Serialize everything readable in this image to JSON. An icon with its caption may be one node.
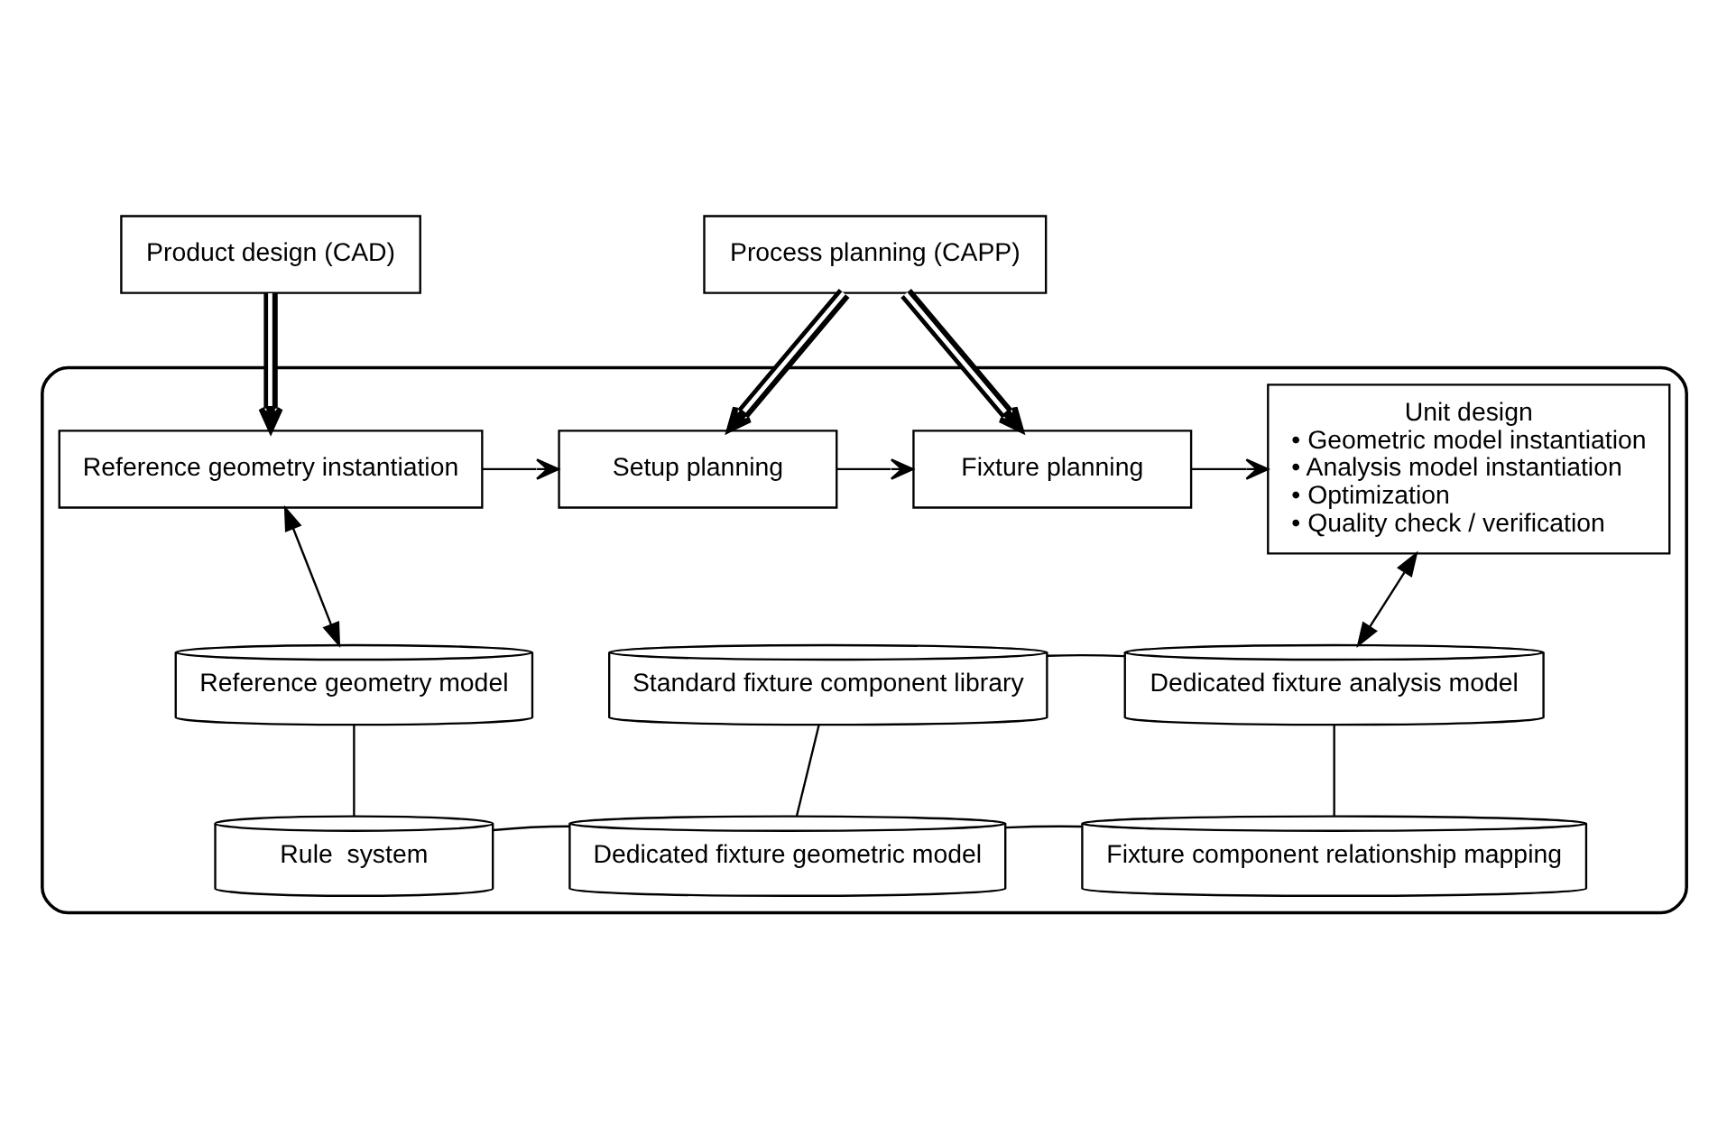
{
  "diagram": {
    "nodes": [
      {
        "text": [
          "Process planning (CAPP)"
        ]
      },
      {
        "text": [
          "Product design (CAD)"
        ]
      },
      {
        "text": [],
        "shape": "box"
      },
      {
        "text": [
          "Reference geometry instantiation"
        ],
        "in": 2
      },
      {
        "text": [
          "Setup planning"
        ],
        "in": 2
      },
      {
        "text": [
          "Fixture planning"
        ],
        "in": 2
      },
      {
        "text": [
          "Unit design",
          "• Geometric model instantiation",
          "• Analysis model instantiation",
          "• Optimization",
          "• Quality check / verification"
        ],
        "in": 2
      },
      {
        "text": [
          "Reference geometry model"
        ],
        "in": 2
      },
      {
        "text": [
          "Standard fixture component library"
        ],
        "in": 2
      },
      {
        "text": [
          "Dedicated fixture analysis model"
        ],
        "in": 2
      },
      {
        "text": [
          "Rule  system"
        ],
        "in": 2
      },
      {
        "text": [
          "Dedicated fixture geometric model"
        ],
        "in": 2
      },
      {
        "text": [
          "Fixture component relationship mapping"
        ],
        "in": 2
      }
    ],
    "edges": [
      {
        "from": 0,
        "to": 4,
        "arrow": "to",
        "style": "thick"
      },
      {
        "from": 0,
        "to": 5,
        "arrow": "to",
        "style": "thick"
      },
      {
        "from": 1,
        "to": 3,
        "arrow": "to",
        "style": "thick"
      },
      {
        "from": 3,
        "to": 4,
        "arrow": "to"
      },
      {
        "from": 4,
        "to": 5,
        "arrow": "to"
      },
      {
        "from": 5,
        "to": 6,
        "arrow": "to"
      },
      {
        "from": 3,
        "to": 7,
        "arrow": "both"
      },
      {
        "from": 6,
        "to": 9,
        "arrow": "both"
      },
      {
        "from": 8,
        "to": 9,
        "arrow": "none"
      },
      {
        "from": 7,
        "to": 10,
        "arrow": "none"
      },
      {
        "from": 8,
        "to": 11,
        "arrow": "none"
      },
      {
        "from": 9,
        "to": 12,
        "arrow": "none"
      },
      {
        "from": 10,
        "to": 11,
        "arrow": "none"
      },
      {
        "from": 11,
        "to": 12,
        "arrow": "none"
      }
    ]
  }
}
